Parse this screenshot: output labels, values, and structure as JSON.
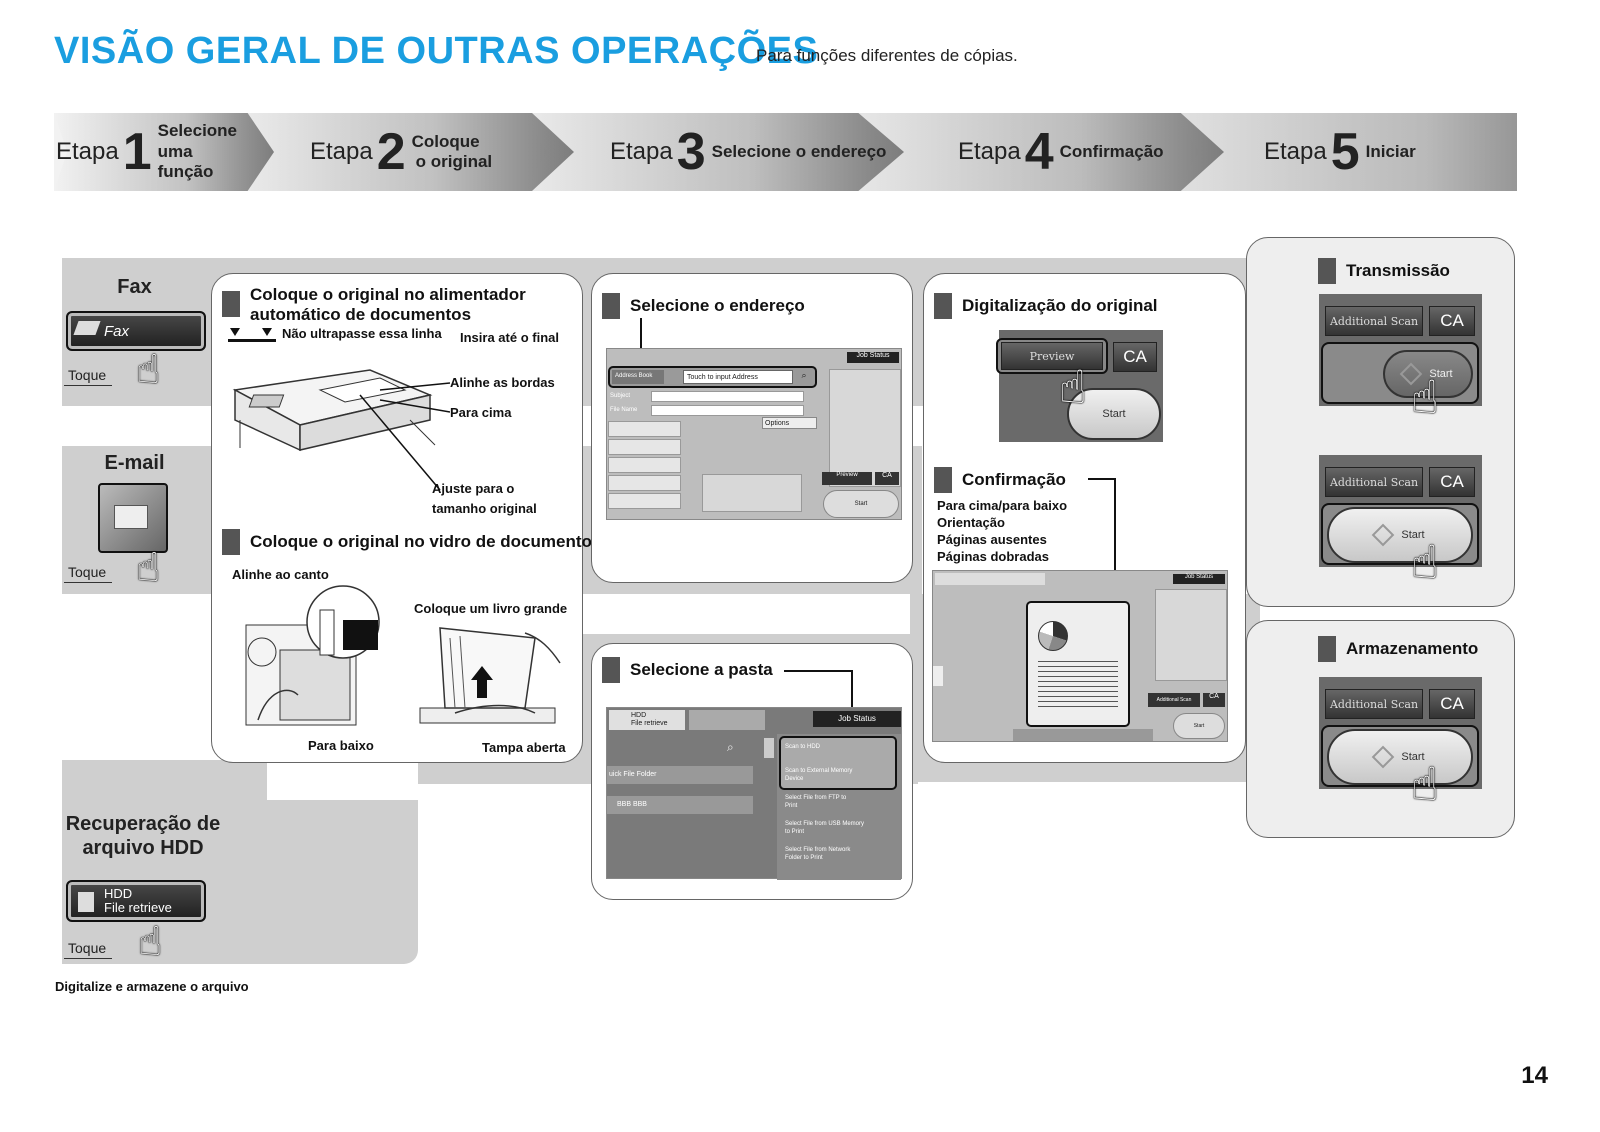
{
  "header": {
    "title": "VISÃO GERAL DE OUTRAS OPERAÇÕES",
    "subtitle": "Para funções diferentes de cópias."
  },
  "steps": [
    {
      "prefix": "Etapa",
      "number": "1",
      "label_lines": [
        "Selecione",
        "uma",
        "função"
      ]
    },
    {
      "prefix": "Etapa",
      "number": "2",
      "label_lines": [
        "Coloque",
        "o original"
      ]
    },
    {
      "prefix": "Etapa",
      "number": "3",
      "label_lines": [
        "Selecione o endereço"
      ]
    },
    {
      "prefix": "Etapa",
      "number": "4",
      "label_lines": [
        "Confirmação"
      ]
    },
    {
      "prefix": "Etapa",
      "number": "5",
      "label_lines": [
        "Iniciar"
      ]
    }
  ],
  "functions": {
    "fax": {
      "title": "Fax",
      "button": "Fax",
      "touch": "Toque"
    },
    "email": {
      "title": "E-mail",
      "touch": "Toque"
    },
    "hdd": {
      "title_line1": "Recuperação de",
      "title_line2": "arquivo HDD",
      "button_line1": "HDD",
      "button_line2": "File retrieve",
      "touch": "Toque",
      "note": "Digitalize e armazene o arquivo"
    }
  },
  "place_original": {
    "adf_title_line1": "Coloque o original no alimentador",
    "adf_title_line2": "automático de documentos",
    "no_exceed": "Não ultrapasse essa linha",
    "insert_fully": "Insira até o final",
    "align_edges": "Alinhe as bordas",
    "face_up": "Para cima",
    "adjust_line1": "Ajuste para o",
    "adjust_line2": "tamanho original",
    "glass_title": "Coloque o original no vidro de documentos",
    "align_corner": "Alinhe ao canto",
    "big_book": "Coloque um livro grande",
    "face_down": "Para baixo",
    "lid_open": "Tampa aberta"
  },
  "address": {
    "title": "Selecione o endereço",
    "job_status": "Job Status",
    "address_book": "Address Book",
    "touch_input": "Touch to input Address",
    "subject": "Subject",
    "file_name": "File Name",
    "options": "Options",
    "preview": "Preview",
    "ca": "CA",
    "start": "Start"
  },
  "folder": {
    "title": "Selecione a pasta",
    "hdd_tab_line1": "HDD",
    "hdd_tab_line2": "File retrieve",
    "job_status": "Job Status",
    "quick_file_folder": "uick File Folder",
    "folder_name": "BBB BBB",
    "menu": [
      "Scan to HDD",
      "Scan to External Memory Device",
      "Select File from FTP to Print",
      "Select File from USB Memory to Print",
      "Select File from Network Folder to Print"
    ]
  },
  "scan": {
    "title": "Digitalização do original",
    "preview": "Preview",
    "ca": "CA",
    "start": "Start"
  },
  "confirm": {
    "title": "Confirmação",
    "items": [
      "Para cima/para baixo",
      "Orientação",
      "Páginas ausentes",
      "Páginas dobradas"
    ],
    "job_status": "Job Status",
    "additional_scan": "Additional Scan",
    "ca": "CA",
    "start": "Start"
  },
  "transmission": {
    "title": "Transmissão",
    "additional_scan": "Additional Scan",
    "ca": "CA",
    "start": "Start"
  },
  "storage": {
    "title": "Armazenamento",
    "additional_scan": "Additional Scan",
    "ca": "CA",
    "start": "Start"
  },
  "page_number": "14"
}
